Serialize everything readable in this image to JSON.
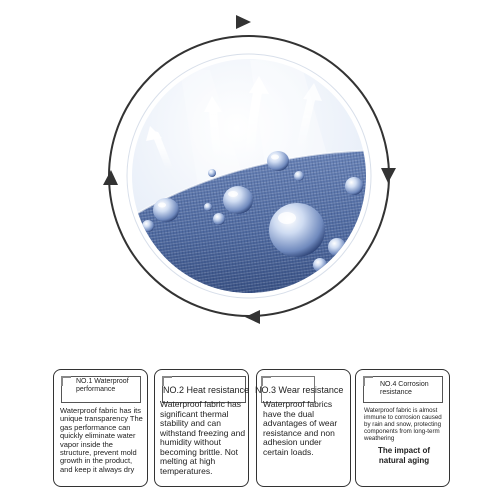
{
  "cards": [
    {
      "title": "NO.1 Waterproof performance",
      "body": "Waterproof fabric has its unique transparency The gas performance can quickly eliminate water vapor inside the structure, prevent mold growth in the product, and keep it always dry"
    },
    {
      "title": "NO.2 Heat resistance",
      "body": "Waterproof fabric has significant thermal stability and can withstand freezing and humidity without becoming brittle. Not melting at high temperatures."
    },
    {
      "title": "NO.3 Wear resistance",
      "body": "Waterproof fabrics have the dual advantages of wear resistance and non adhesion under certain loads."
    },
    {
      "title": "NO.4 Corrosion resistance",
      "body": "Waterproof fabric is almost immune to corrosion caused by rain and snow, protecting components from long-term weathering",
      "extra": "The impact of natural aging"
    }
  ],
  "colors": {
    "sky": "#e8eef8",
    "fabric": "#4f6aa0",
    "fabric_dark": "#2f4677",
    "ring": "#333333"
  },
  "icons": [
    "rotation-arrow-icon",
    "vapor-arrow-icon",
    "water-droplet-icon"
  ]
}
